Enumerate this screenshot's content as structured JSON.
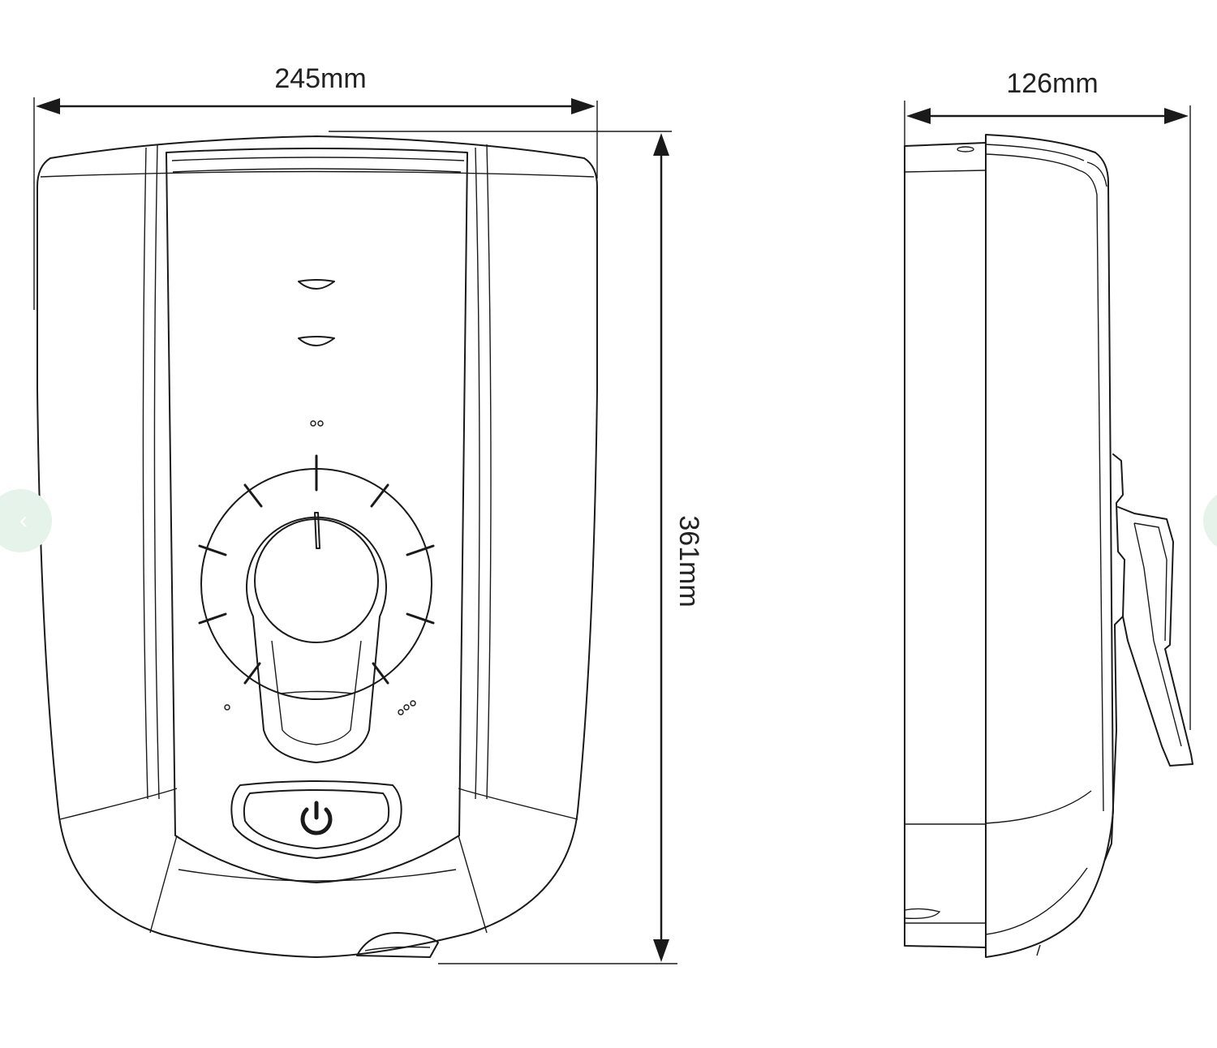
{
  "dimensions": {
    "width_label": "245mm",
    "height_label": "361mm",
    "depth_label": "126mm"
  },
  "carousel": {
    "prev_icon": "chevron-left-icon",
    "next_icon": "chevron-right-icon",
    "prev_glyph": "‹",
    "button_color": "#e6f3ea"
  },
  "colors": {
    "line": "#1a1a1a",
    "background": "#ffffff"
  }
}
